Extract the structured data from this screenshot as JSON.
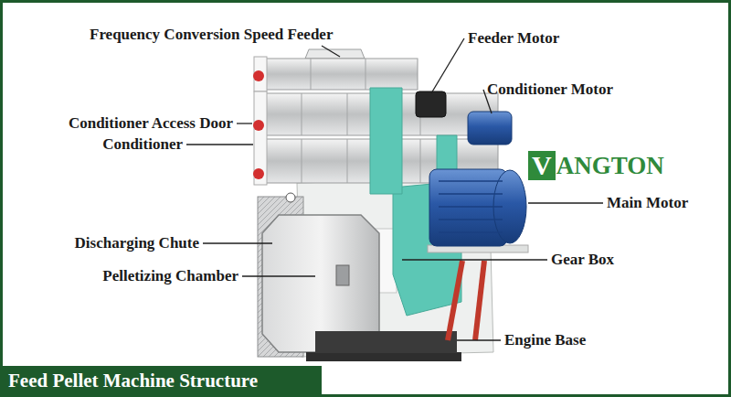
{
  "diagram": {
    "title": "Feed Pellet Machine Structure",
    "labels": [
      "Frequency Conversion Speed Feeder",
      "Feeder Motor",
      "Conditioner Motor",
      "Conditioner Access Door",
      "Conditioner",
      "V",
      "ANGTON",
      "Main Motor",
      "Discharging Chute",
      "Gear Box",
      "Pelletizing Chamber",
      "Engine Base"
    ]
  }
}
